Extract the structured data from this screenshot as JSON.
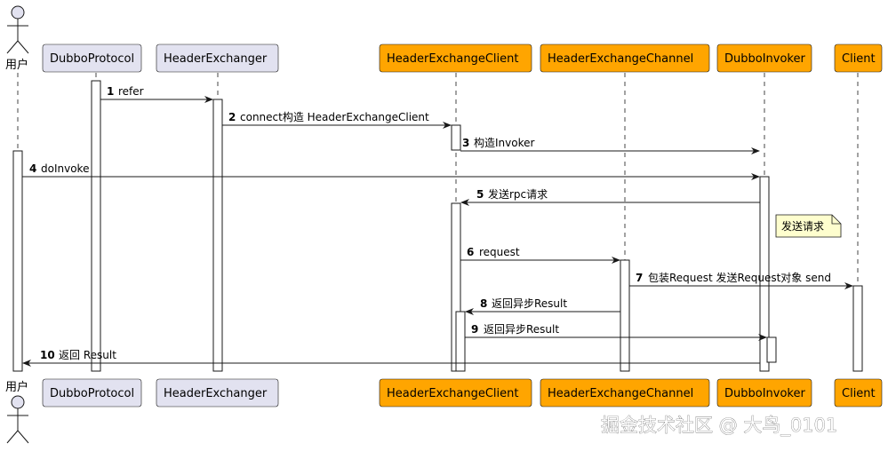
{
  "participants": [
    {
      "id": "user",
      "label": "用户",
      "kind": "actor"
    },
    {
      "id": "protocol",
      "label": "DubboProtocol",
      "kind": "box",
      "fill": "#e2e2f0",
      "stroke": "#181818"
    },
    {
      "id": "exchanger",
      "label": "HeaderExchanger",
      "kind": "box",
      "fill": "#e2e2f0",
      "stroke": "#181818"
    },
    {
      "id": "client",
      "label": "HeaderExchangeClient",
      "kind": "box",
      "fill": "#ffa500",
      "stroke": "#181818"
    },
    {
      "id": "channel",
      "label": "HeaderExchangeChannel",
      "kind": "box",
      "fill": "#ffa500",
      "stroke": "#181818"
    },
    {
      "id": "invoker",
      "label": "DubboInvoker",
      "kind": "box",
      "fill": "#ffa500",
      "stroke": "#181818"
    },
    {
      "id": "netclient",
      "label": "Client",
      "kind": "box",
      "fill": "#ffa500",
      "stroke": "#181818"
    }
  ],
  "messages": [
    {
      "num": "1",
      "text": "refer"
    },
    {
      "num": "2",
      "text": "connect构造 HeaderExchangeClient"
    },
    {
      "num": "3",
      "text": "构造Invoker"
    },
    {
      "num": "4",
      "text": "doInvoke"
    },
    {
      "num": "5",
      "text": "发送rpc请求"
    },
    {
      "num": "6",
      "text": "request"
    },
    {
      "num": "7",
      "text": "包装Request 发送Request对象 send"
    },
    {
      "num": "8",
      "text": "返回异步Result"
    },
    {
      "num": "9",
      "text": "返回异步Result"
    },
    {
      "num": "10",
      "text": "返回 Result"
    }
  ],
  "note": {
    "text": "发送请求"
  },
  "watermark": "掘金技术社区 @ 大鸟_0101",
  "colors": {
    "line": "#181818",
    "note_fill": "#fefece",
    "activation_fill": "#ffffff"
  }
}
